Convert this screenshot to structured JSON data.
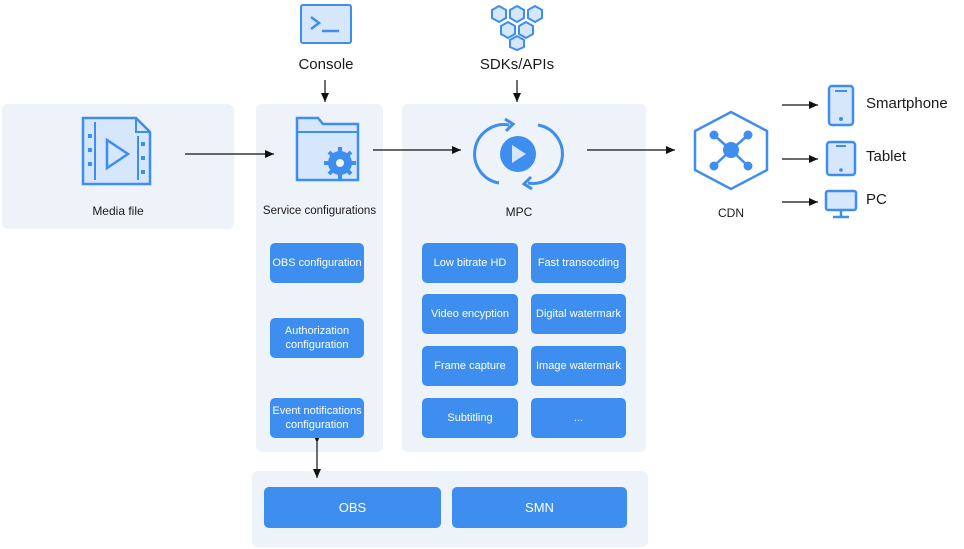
{
  "top": {
    "console_label": "Console",
    "sdk_label": "SDKs/APIs"
  },
  "media": {
    "label": "Media file"
  },
  "service": {
    "label": "Service configurations",
    "items": [
      "OBS configuration",
      "Authorization configuration",
      "Event notifications configuration"
    ]
  },
  "mpc": {
    "label": "MPC",
    "features": [
      "Low bitrate HD",
      "Fast transocding",
      "Video encyption",
      "Digital watermark",
      "Frame capture",
      "Image watermark",
      "Subtitling",
      "..."
    ]
  },
  "bottom": {
    "items": [
      "OBS",
      "SMN"
    ]
  },
  "cdn": {
    "label": "CDN"
  },
  "devices": [
    "Smartphone",
    "Tablet",
    "PC"
  ],
  "colors": {
    "accent": "#3d8eef",
    "panel": "#eef2f9",
    "icon_fill": "#d6e6fb",
    "icon_stroke": "#3d8eef"
  }
}
